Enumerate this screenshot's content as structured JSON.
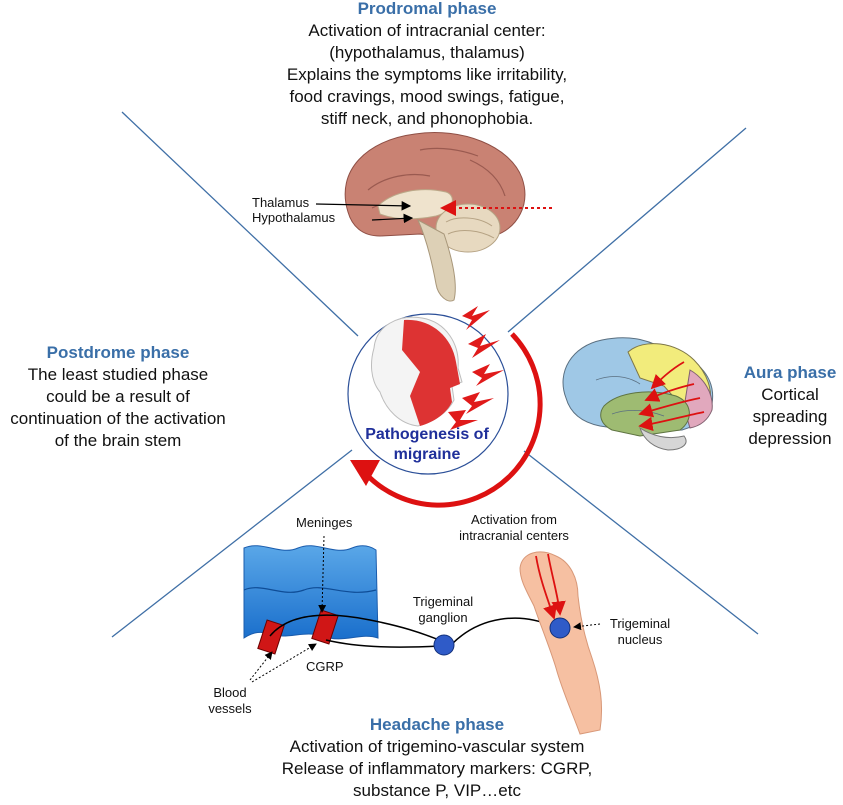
{
  "center": {
    "title_line1": "Pathogenesis of",
    "title_line2": "migraine"
  },
  "prodromal": {
    "title": "Prodromal phase",
    "lines": [
      "Activation of intracranial center:",
      "(hypothalamus, thalamus)",
      "Explains the symptoms like irritability,",
      "food cravings, mood swings, fatigue,",
      "stiff neck, and phonophobia."
    ],
    "labels": {
      "thalamus": "Thalamus",
      "hypothalamus": "Hypothalamus"
    }
  },
  "postdrome": {
    "title": "Postdrome phase",
    "lines": [
      "The least studied phase",
      "could be a result of",
      "continuation of the activation",
      "of the brain stem"
    ]
  },
  "aura": {
    "title": "Aura phase",
    "lines": [
      "Cortical",
      "spreading",
      "depression"
    ]
  },
  "headache": {
    "title": "Headache phase",
    "lines": [
      "Activation of trigemino-vascular system",
      "Release of inflammatory markers: CGRP,",
      "substance P, VIP…etc"
    ],
    "labels": {
      "meninges": "Meninges",
      "activation_1": "Activation from",
      "activation_2": "intracranial centers",
      "trigeminal_ganglion_1": "Trigeminal",
      "trigeminal_ganglion_2": "ganglion",
      "trigeminal_nucleus_1": "Trigeminal",
      "trigeminal_nucleus_2": "nucleus",
      "cgrp": "CGRP",
      "blood_vessels_1": "Blood",
      "blood_vessels_2": "vessels"
    }
  },
  "colors": {
    "title_blue": "#3a6fa8",
    "center_text": "#1f2f9a",
    "red": "#dd1111",
    "divider": "#3f6fa6"
  }
}
